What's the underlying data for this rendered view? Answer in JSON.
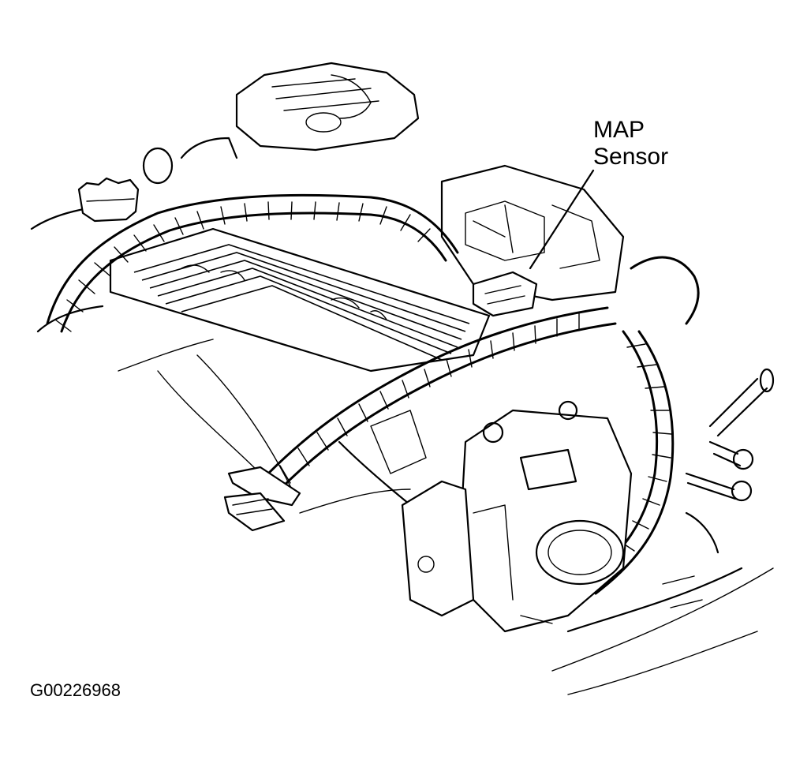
{
  "callout": {
    "line1": "MAP",
    "line2": "Sensor"
  },
  "figure_id": "G00226968",
  "colors": {
    "ink": "#000000",
    "paper": "#ffffff"
  }
}
